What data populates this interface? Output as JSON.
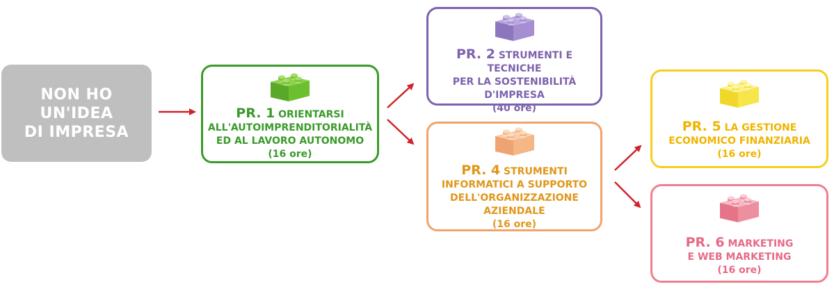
{
  "start": {
    "lines": [
      "NON HO",
      "UN'IDEA",
      "DI IMPRESA"
    ]
  },
  "modules": {
    "pr1": {
      "code": "PR. 1",
      "line1": "ORIENTARSI",
      "line2": "ALL'AUTOIMPRENDITORIALITÀ",
      "line3": "ED AL LAVORO AUTONOMO",
      "hours": "(16 ore)",
      "color": "#3a9a2a",
      "lego": "#6cbf2e"
    },
    "pr2": {
      "code": "PR. 2",
      "line1": "STRUMENTI E TECNICHE",
      "line2": "PER LA SOSTENIBILITÀ",
      "line3": "D'IMPRESA",
      "hours": "(40 ore)",
      "color": "#7d62ad",
      "lego": "#a58fd1"
    },
    "pr4": {
      "code": "PR. 4",
      "line1": "STRUMENTI",
      "line2": "INFORMATICI A SUPPORTO",
      "line3": "DELL'ORGANIZZAZIONE",
      "line4": "AZIENDALE",
      "hours": "(16 ore)",
      "color": "#e0961a",
      "border": "#f2a36b",
      "lego": "#f6b786"
    },
    "pr5": {
      "code": "PR. 5",
      "line1": "LA GESTIONE",
      "line2": "ECONOMICO FINANZIARIA",
      "hours": "(16 ore)",
      "color": "#f0b400",
      "border": "#f5cf1e",
      "lego": "#f7e64a"
    },
    "pr6": {
      "code": "PR. 6",
      "line1": "MARKETING",
      "line2": "E WEB MARKETING",
      "hours": "(16 ore)",
      "color": "#e56a86",
      "border": "#ef7f8f",
      "lego": "#ee8fa0"
    }
  },
  "arrow_color": "#d0232a"
}
